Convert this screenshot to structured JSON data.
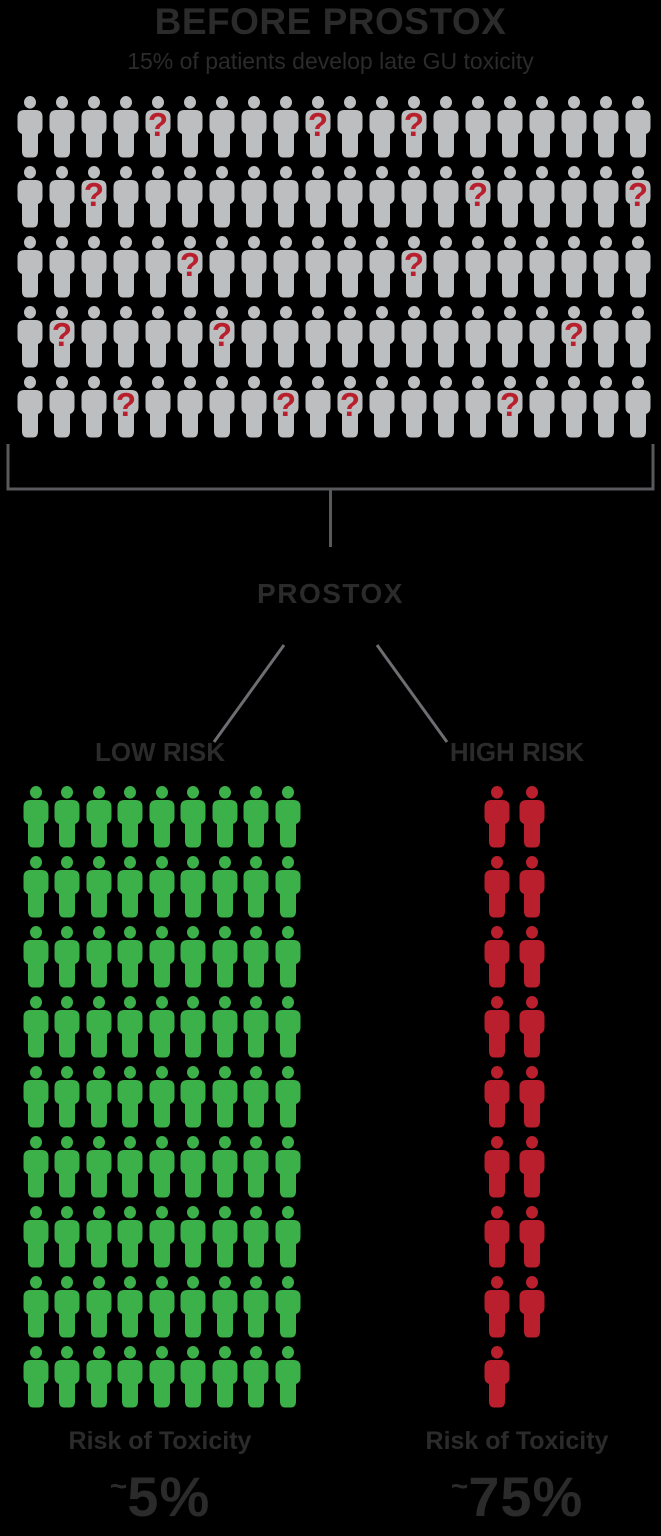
{
  "title": "BEFORE PROSTOX",
  "subtitle": "15% of patients develop late GU toxicity",
  "branch": {
    "label": "PROSTOX"
  },
  "before": {
    "rows": 5,
    "cols": 20,
    "count": 100,
    "qm_glyph": "?",
    "question_marks": [
      [
        1,
        5
      ],
      [
        1,
        10
      ],
      [
        1,
        13
      ],
      [
        2,
        3
      ],
      [
        2,
        15
      ],
      [
        2,
        20
      ],
      [
        3,
        6
      ],
      [
        3,
        13
      ],
      [
        4,
        2
      ],
      [
        4,
        7
      ],
      [
        4,
        18
      ],
      [
        5,
        4
      ],
      [
        5,
        9
      ],
      [
        5,
        11
      ],
      [
        5,
        16
      ]
    ]
  },
  "low_risk": {
    "label": "LOW RISK",
    "rows": 9,
    "cols": 9,
    "count": 81,
    "risk_label": "Risk of Toxicity",
    "tilde": "~",
    "value": "5%"
  },
  "high_risk": {
    "label": "HIGH RISK",
    "rows": 9,
    "cols": 2,
    "count": 17,
    "risk_label": "Risk of Toxicity",
    "tilde": "~",
    "value": "75%"
  },
  "colors": {
    "background": "#000000",
    "text": "#2b2b2b",
    "gray_person": "#bcbec0",
    "green_person": "#3cb14a",
    "red_person": "#b91f2c",
    "question_mark": "#b91f2c",
    "bracket_line": "#58595b",
    "branch_line": "#6d6e71"
  },
  "chart_data": {
    "type": "pictograph",
    "title": "BEFORE PROSTOX",
    "subtitle": "15% of patients develop late GU toxicity",
    "legend_position": "none",
    "groups": [
      {
        "name": "Before PROSTOX (all patients)",
        "icons_total": 100,
        "icons_with_question_mark": 15,
        "icon_color": "#bcbec0",
        "question_mark_color": "#b91f2c",
        "meaning": "15 of 100 patients develop late GU toxicity"
      },
      {
        "name": "LOW RISK",
        "icons_total": 81,
        "icon_color": "#3cb14a",
        "risk_of_toxicity": "~5%"
      },
      {
        "name": "HIGH RISK",
        "icons_total": 17,
        "icon_color": "#b91f2c",
        "risk_of_toxicity": "~75%"
      }
    ],
    "connector_label": "PROSTOX"
  }
}
